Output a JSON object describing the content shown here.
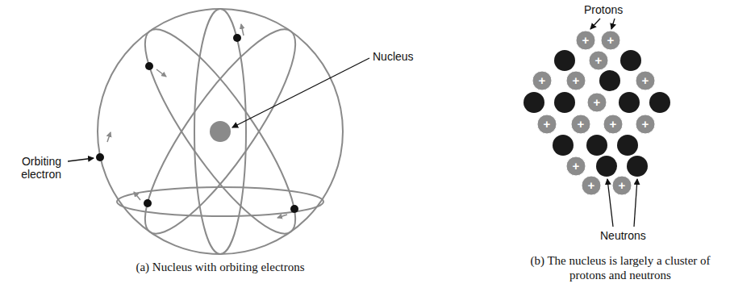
{
  "diagram": {
    "labels": [
      "Orbiting electron",
      "Nucleus",
      "(a) Nucleus with orbiting electrons",
      "Protons",
      "Neutrons",
      "(b) The nucleus is largely a cluster of protons and neutrons",
      "+",
      "+",
      "+",
      "+",
      "+",
      "+",
      "+",
      "+",
      "+",
      "+",
      "+",
      "+",
      "+",
      "+"
    ]
  }
}
